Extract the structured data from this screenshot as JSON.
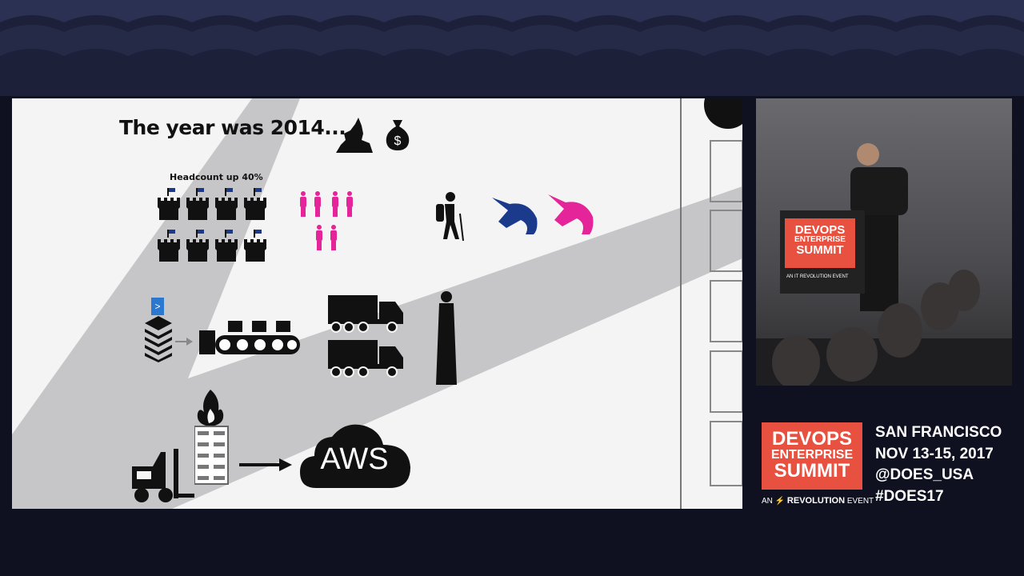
{
  "slide": {
    "title": "The year was 2014...",
    "headcount_label": "Headcount up 40%",
    "aws_label": "AWS"
  },
  "camera": {
    "podium": {
      "line1": "DEVOPS",
      "line2": "ENTERPRISE",
      "line3": "SUMMIT",
      "event": "AN IT REVOLUTION EVENT"
    }
  },
  "branding": {
    "logo": {
      "line1": "DEVOPS",
      "line2": "ENTERPRISE",
      "line3": "SUMMIT"
    },
    "event_prefix": "AN",
    "event_name": "REVOLUTION",
    "event_suffix": "EVENT",
    "location": "SAN FRANCISCO",
    "dates": "NOV 13-15, 2017",
    "twitter": "@DOES_USA",
    "hashtag": "#DOES17",
    "accent": "#e8503f"
  }
}
